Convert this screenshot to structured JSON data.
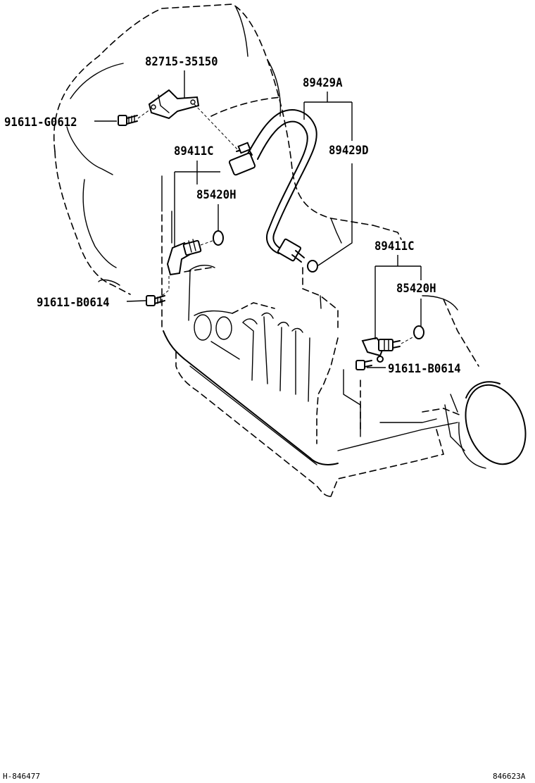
{
  "part_labels": {
    "bracket_82715": "82715-35150",
    "bolt_91611_g0612": "91611-G0612",
    "sensor_89411c_left": "89411C",
    "oring_85420h_left": "85420H",
    "bolt_91611_b0614_left": "91611-B0614",
    "group_89429a": "89429A",
    "sensor_89429d": "89429D",
    "sensor_89411c_right": "89411C",
    "oring_85420h_right": "85420H",
    "bolt_91611_b0614_right": "91611-B0614"
  },
  "footer": {
    "left_code": "H-846477",
    "right_code": "846623A"
  }
}
